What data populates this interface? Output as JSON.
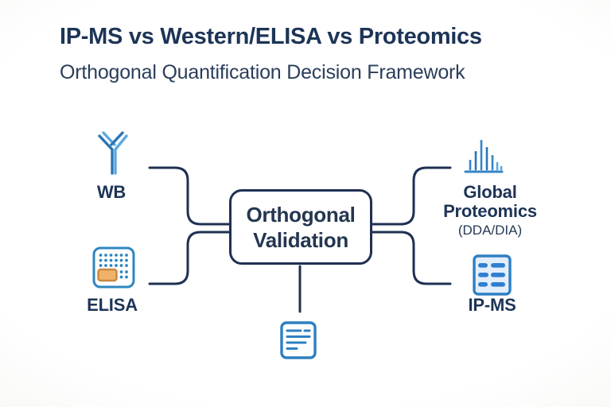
{
  "header": {
    "title": "IP-MS vs Western/ELISA vs Proteomics",
    "subtitle": "Orthogonal Quantification Decision Framework"
  },
  "diagram": {
    "center_box": {
      "line1": "Orthogonal",
      "line2": "Validation"
    },
    "nodes": {
      "wb": {
        "label": "WB",
        "icon": "antibody-icon"
      },
      "elisa": {
        "label": "ELISA",
        "icon": "microplate-icon"
      },
      "global_proteomics": {
        "line1": "Global",
        "line2": "Proteomics",
        "sublabel": "(DDA/DIA)",
        "icon": "mass-spectrum-icon"
      },
      "ipms": {
        "label": "IP-MS",
        "icon": "protein-list-icon"
      },
      "report": {
        "icon": "document-icon"
      }
    }
  },
  "colors": {
    "ink_navy": "#1d3456",
    "connector_line": "#1f3052",
    "icon_blue": "#2e7fc2",
    "icon_blue_dark": "#2a74b4",
    "icon_blue_light": "#5aa9e0",
    "icon_fill_light_blue": "#e3eefb",
    "orange_fill": "#f0b269",
    "orange_border": "#c8883f",
    "background": "#ffffff"
  }
}
